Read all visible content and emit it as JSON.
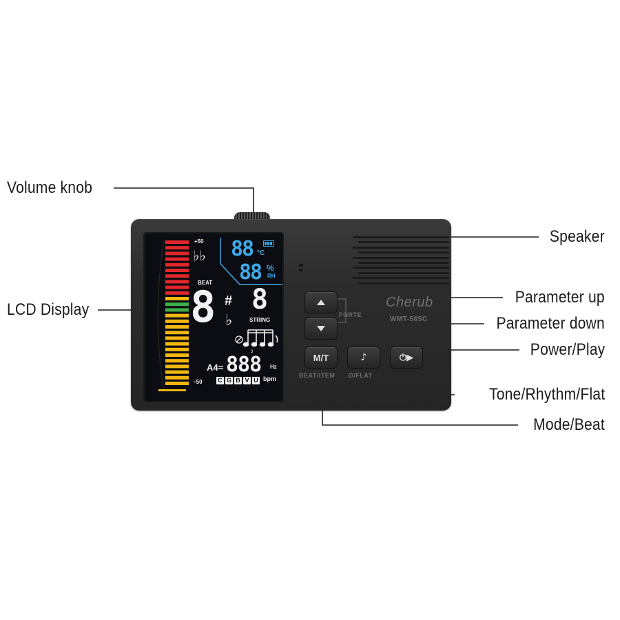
{
  "callouts": {
    "volume_knob": "Volume knob",
    "speaker": "Speaker",
    "parameter_up": "Parameter up",
    "lcd_display": "LCD Display",
    "parameter_down": "Parameter down",
    "power_play": "Power/Play",
    "tone_rhythm_flat": "Tone/Rhythm/Flat",
    "mode_beat": "Mode/Beat"
  },
  "lcd": {
    "scale_top": "+50",
    "scale_bottom": "−50",
    "flat_top": "♭♭",
    "temp_value": "88",
    "temp_unit": "°C",
    "humidity_value": "88",
    "humidity_unit_pct": "%",
    "humidity_unit_rh": "RH",
    "beat_label": "BEAT",
    "note_digit": "8",
    "sharp": "#",
    "flat": "♭",
    "string_digit": "8",
    "string_label": "STRING",
    "a4_label": "A4=",
    "freq_value": "888",
    "hz_label": "Hz",
    "bpm_label": "bpm",
    "string_letters": [
      "C",
      "G",
      "B",
      "V",
      "U"
    ]
  },
  "device": {
    "brand": "Cherub",
    "model": "WMT-565C",
    "forte_label": "FORTE",
    "mode_button": "M/T",
    "beat_item_label": "BEAT/ITEM",
    "flat_label": "∅/FLAT"
  },
  "colors": {
    "meter_red": "#e3262b",
    "meter_yellow": "#f4b70e",
    "meter_green": "#3fae49",
    "lcd_blue": "#3fa9e8"
  }
}
